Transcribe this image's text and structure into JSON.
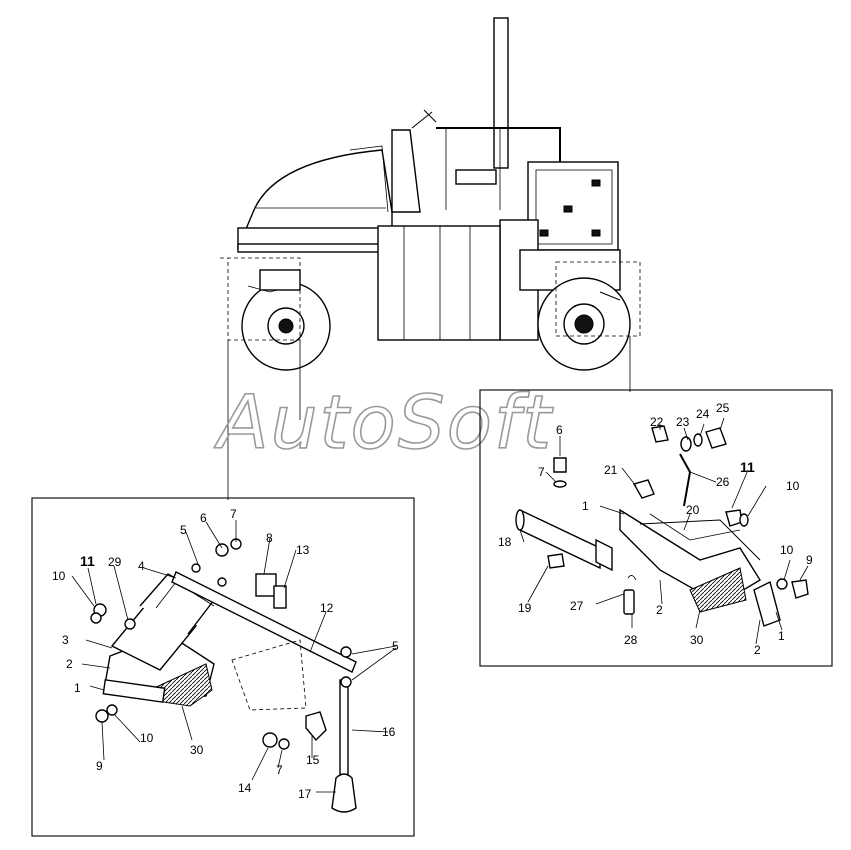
{
  "watermark": "AutoSoft",
  "left_panel": {
    "labels": [
      "11",
      "29",
      "10",
      "5",
      "6",
      "7",
      "8",
      "13",
      "4",
      "3",
      "2",
      "1",
      "12",
      "5",
      "10",
      "9",
      "30",
      "16",
      "14",
      "7",
      "15",
      "17"
    ]
  },
  "right_panel": {
    "labels": [
      "22",
      "23",
      "24",
      "25",
      "6",
      "7",
      "21",
      "26",
      "11",
      "10",
      "1",
      "20",
      "18",
      "10",
      "9",
      "19",
      "27",
      "2",
      "2",
      "1",
      "28",
      "30"
    ]
  }
}
